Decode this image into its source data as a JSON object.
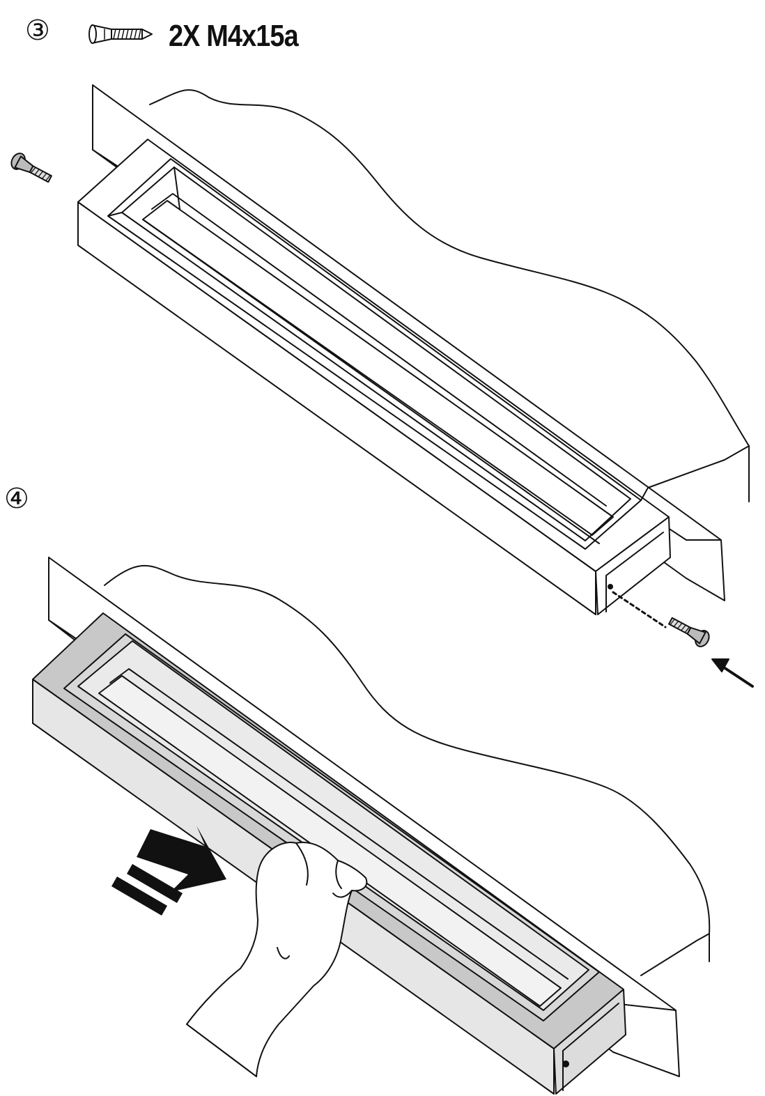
{
  "step3": {
    "number": "③",
    "screw_spec": "2X M4x15a",
    "screw_icon": "countersunk-screw-icon",
    "arrow_icon": "insert-arrow-icon"
  },
  "step4": {
    "number": "④",
    "hand_icon": "gloved-hand-icon",
    "push_icon": "push-arrow-icon"
  },
  "colors": {
    "line": "#111111",
    "fill_light": "#e6e6e6",
    "fill_mid": "#c8c8c8",
    "background": "#ffffff"
  }
}
